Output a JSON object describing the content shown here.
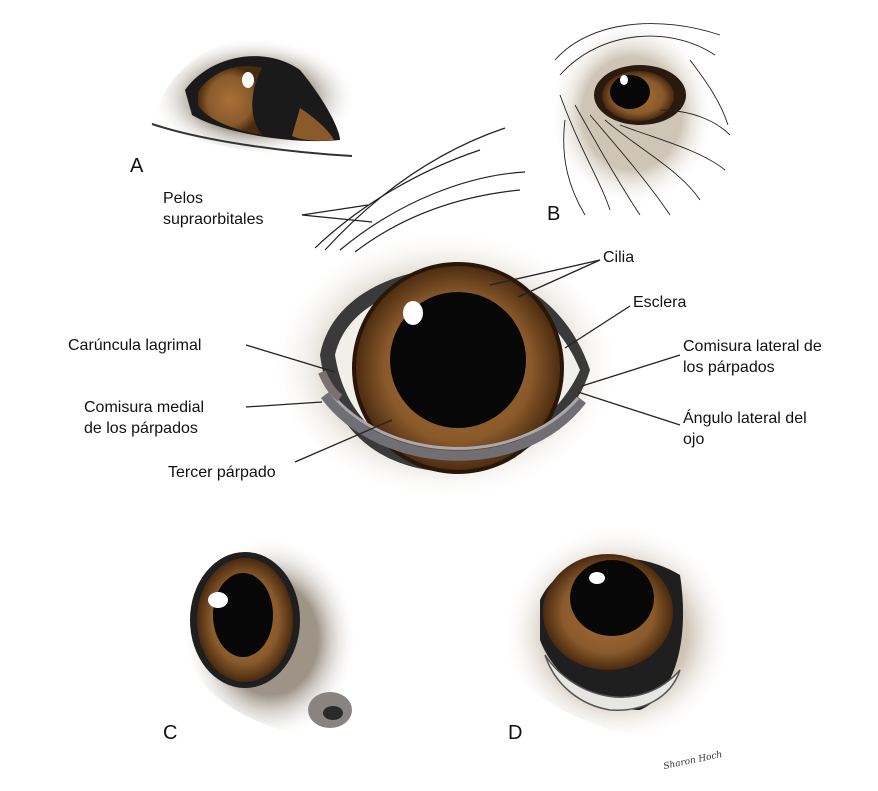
{
  "figure": {
    "panels": [
      "A",
      "B",
      "C",
      "D"
    ],
    "labels": {
      "pelos": "Pelos\nsupraorbitales",
      "cilia": "Cilia",
      "esclera": "Esclera",
      "caruncula": "Carúncula lagrimal",
      "comisura_medial": "Comisura medial\nde los párpados",
      "comisura_lateral": "Comisura lateral de\nlos párpados",
      "angulo_lateral": "Ángulo lateral del\nojo",
      "tercer_parpado": "Tercer párpado"
    },
    "signature": "Sharon Hoch"
  },
  "colors": {
    "iris": "#8a5a2b",
    "iris_dark": "#5b3413",
    "pupil": "#070707",
    "fur": "#c8beb0",
    "third_eyelid": "#6f6f74",
    "leader": "#222222"
  }
}
